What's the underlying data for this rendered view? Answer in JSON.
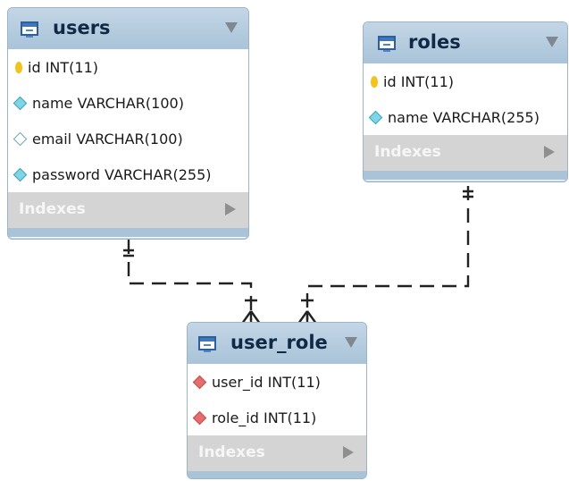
{
  "tables": [
    {
      "name": "users",
      "columns": [
        {
          "text": "id INT(11)",
          "key": "primary"
        },
        {
          "text": "name VARCHAR(100)",
          "key": "not-null"
        },
        {
          "text": "email VARCHAR(100)",
          "key": "nullable"
        },
        {
          "text": "password VARCHAR(255)",
          "key": "not-null"
        }
      ],
      "indexes_label": "Indexes"
    },
    {
      "name": "roles",
      "columns": [
        {
          "text": "id INT(11)",
          "key": "primary"
        },
        {
          "text": "name VARCHAR(255)",
          "key": "not-null"
        }
      ],
      "indexes_label": "Indexes"
    },
    {
      "name": "user_role",
      "columns": [
        {
          "text": "user_id INT(11)",
          "key": "foreign"
        },
        {
          "text": "role_id INT(11)",
          "key": "foreign"
        }
      ],
      "indexes_label": "Indexes"
    }
  ],
  "relationships": [
    {
      "from": "users",
      "to": "user_role",
      "from_cardinality": "one-and-only-one",
      "to_cardinality": "one-or-many",
      "line_style": "dashed"
    },
    {
      "from": "roles",
      "to": "user_role",
      "from_cardinality": "one-and-only-one",
      "to_cardinality": "one-or-many",
      "line_style": "dashed"
    }
  ],
  "colors": {
    "header": "#a9c3d8",
    "indexes_bar": "#d4d4d4",
    "primary_key": "#f2c31f",
    "column_diamond": "#7fd5e8",
    "foreign_key": "#e46d6d"
  }
}
